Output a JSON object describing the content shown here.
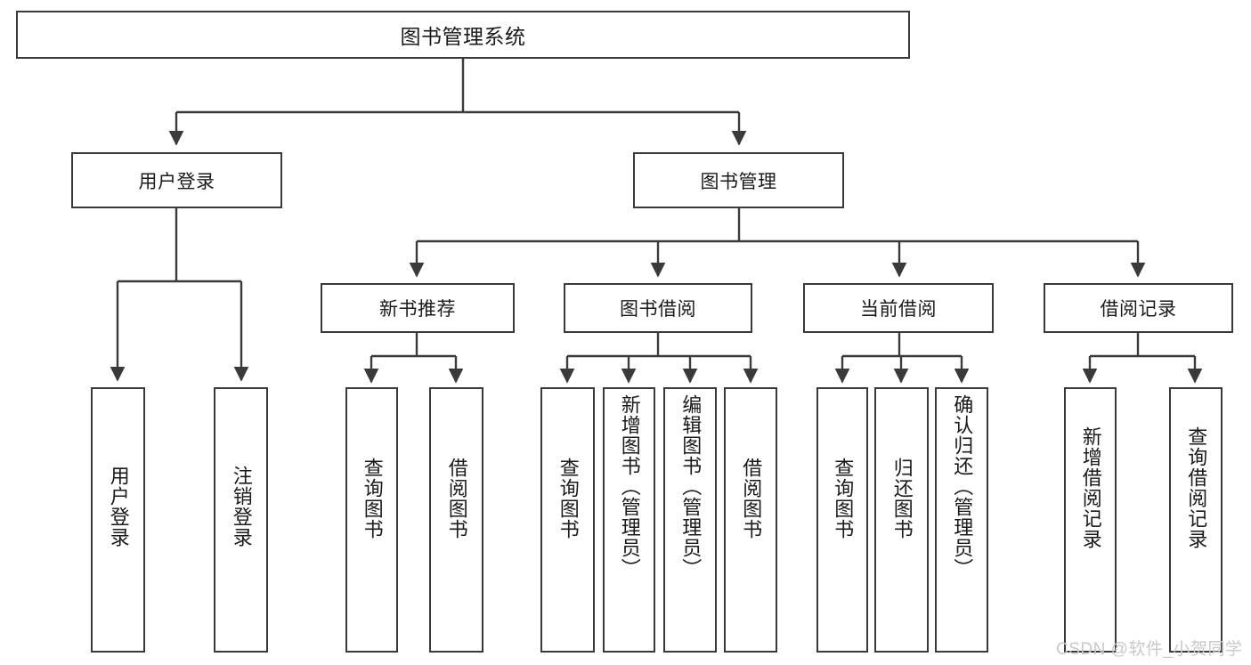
{
  "diagram": {
    "type": "tree",
    "title": "图书管理系统",
    "nodes": {
      "root": {
        "label": "图书管理系统"
      },
      "user_login": {
        "label": "用户登录"
      },
      "book_manage": {
        "label": "图书管理"
      },
      "new_book_rec": {
        "label": "新书推荐"
      },
      "book_borrow": {
        "label": "图书借阅"
      },
      "current_borrow": {
        "label": "当前借阅"
      },
      "borrow_record": {
        "label": "借阅记录"
      },
      "leaf_user_login": {
        "label": "用户登录"
      },
      "leaf_logout_login": {
        "label": "注销登录"
      },
      "leaf_query_book_1": {
        "label": "查询图书"
      },
      "leaf_borrow_book_1": {
        "label": "借阅图书"
      },
      "leaf_query_book_2": {
        "label": "查询图书"
      },
      "leaf_add_book_admin": {
        "label": "新增图书（管理员）"
      },
      "leaf_edit_book_admin": {
        "label": "编辑图书（管理员）"
      },
      "leaf_borrow_book_2": {
        "label": "借阅图书"
      },
      "leaf_query_book_3": {
        "label": "查询图书"
      },
      "leaf_return_book": {
        "label": "归还图书"
      },
      "leaf_confirm_return_admin": {
        "label": "确认归还（管理员）"
      },
      "leaf_add_borrow_record": {
        "label": "新增借阅记录"
      },
      "leaf_query_borrow_record": {
        "label": "查询借阅记录"
      }
    },
    "edges": [
      {
        "from": "root",
        "to": "user_login"
      },
      {
        "from": "root",
        "to": "book_manage"
      },
      {
        "from": "user_login",
        "to": "leaf_user_login"
      },
      {
        "from": "user_login",
        "to": "leaf_logout_login"
      },
      {
        "from": "book_manage",
        "to": "new_book_rec"
      },
      {
        "from": "book_manage",
        "to": "book_borrow"
      },
      {
        "from": "book_manage",
        "to": "current_borrow"
      },
      {
        "from": "book_manage",
        "to": "borrow_record"
      },
      {
        "from": "new_book_rec",
        "to": "leaf_query_book_1"
      },
      {
        "from": "new_book_rec",
        "to": "leaf_borrow_book_1"
      },
      {
        "from": "book_borrow",
        "to": "leaf_query_book_2"
      },
      {
        "from": "book_borrow",
        "to": "leaf_add_book_admin"
      },
      {
        "from": "book_borrow",
        "to": "leaf_edit_book_admin"
      },
      {
        "from": "book_borrow",
        "to": "leaf_borrow_book_2"
      },
      {
        "from": "current_borrow",
        "to": "leaf_query_book_3"
      },
      {
        "from": "current_borrow",
        "to": "leaf_return_book"
      },
      {
        "from": "current_borrow",
        "to": "leaf_confirm_return_admin"
      },
      {
        "from": "borrow_record",
        "to": "leaf_add_borrow_record"
      },
      {
        "from": "borrow_record",
        "to": "leaf_query_borrow_record"
      }
    ],
    "colors": {
      "border": "#3a3a3a",
      "text": "#1a1a1a",
      "background": "#ffffff",
      "connector": "#3a3a3a",
      "watermark": "#c9c9c9"
    }
  },
  "watermark": {
    "text": "CSDN @软件_小贺同学"
  }
}
